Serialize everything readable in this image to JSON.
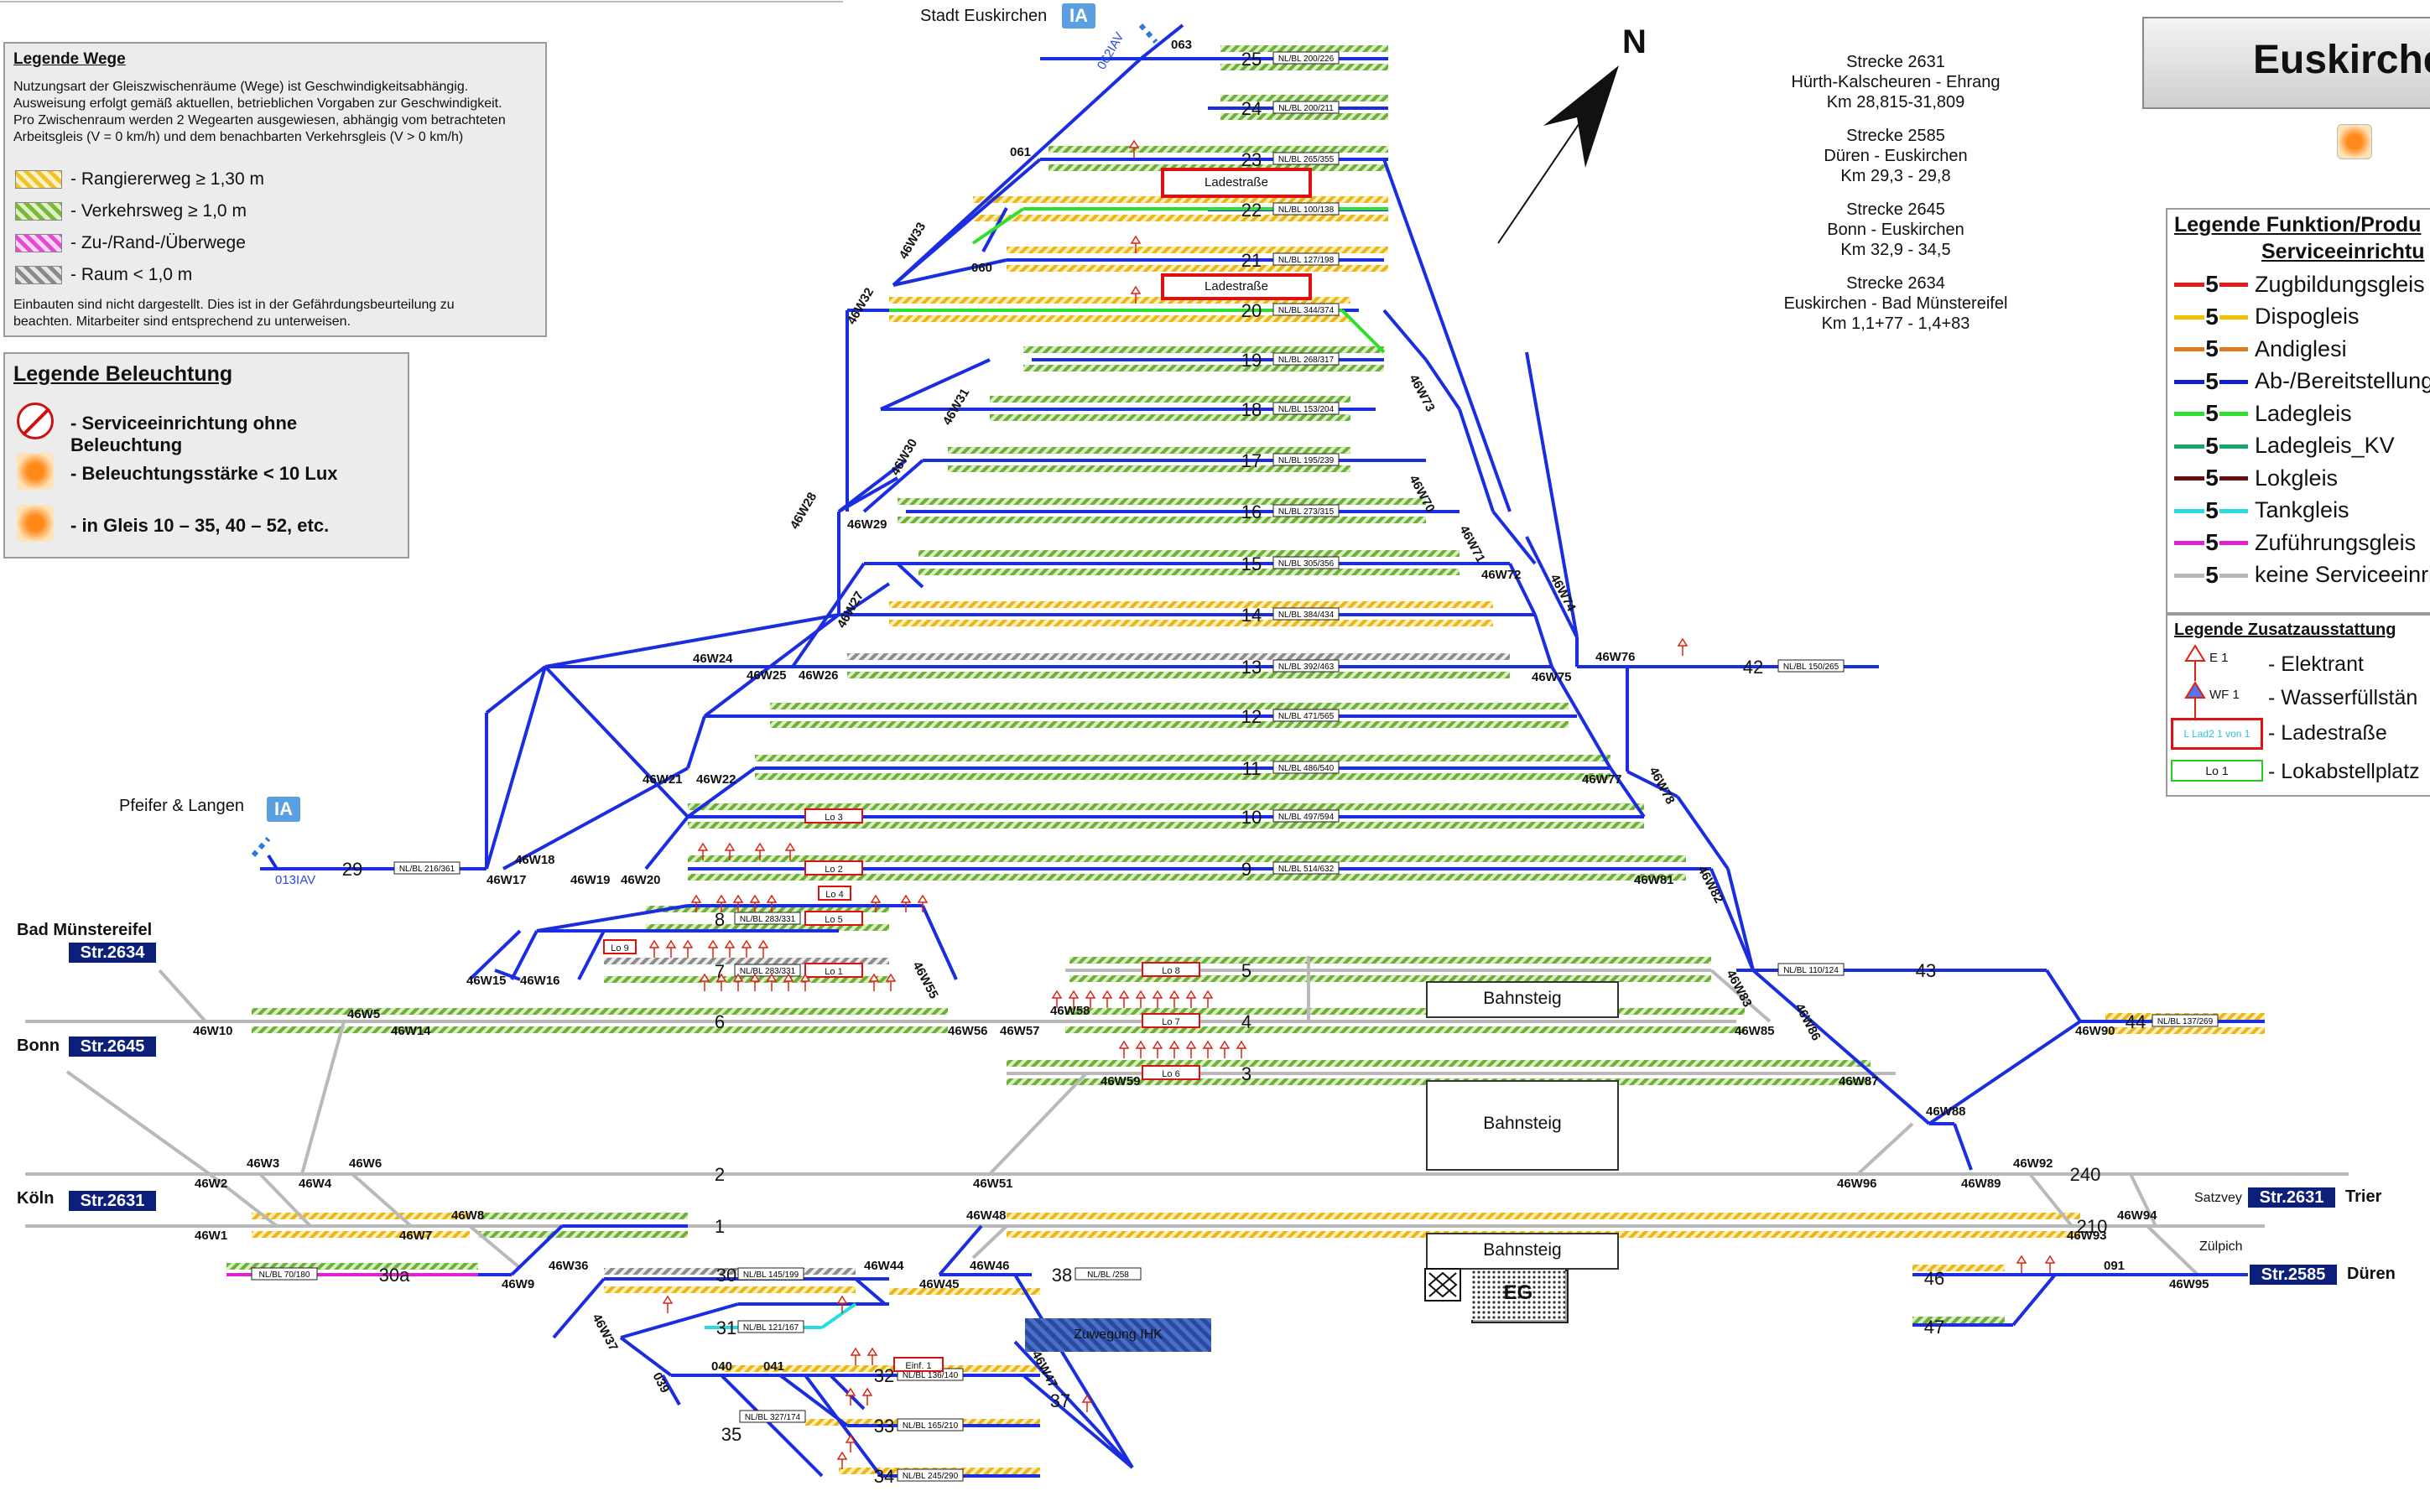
{
  "station_title": "Euskirchen",
  "north": "N",
  "strecken": [
    {
      "name": "Strecke 2631",
      "route": "Hürth-Kalscheuren  - Ehrang",
      "km": "Km 28,815-31,809"
    },
    {
      "name": "Strecke 2585",
      "route": "Düren - Euskirchen",
      "km": "Km 29,3 - 29,8"
    },
    {
      "name": "Strecke 2645",
      "route": "Bonn - Euskirchen",
      "km": "Km 32,9 - 34,5"
    },
    {
      "name": "Strecke 2634",
      "route": "Euskirchen - Bad Münstereifel",
      "km": "Km 1,1+77 - 1,4+83"
    }
  ],
  "legend_wege": {
    "title": "Legende Wege",
    "intro": [
      "Nutzungsart der Gleiszwischenräume (Wege) ist Geschwindigkeitsabhängig.",
      "Ausweisung erfolgt gemäß aktuellen, betrieblichen Vorgaben zur Geschwindigkeit.",
      "Pro Zwischenraum werden 2 Wegearten ausgewiesen, abhängig vom betrachteten",
      "Arbeitsgleis (V = 0 km/h) und dem benachbarten Verkehrsgleis (V > 0 km/h)"
    ],
    "items": [
      {
        "label": "- Rangiererweg ≥ 1,30 m"
      },
      {
        "label": "- Verkehrsweg ≥ 1,0 m"
      },
      {
        "label": "- Zu-/Rand-/Überwege"
      },
      {
        "label": "- Raum < 1,0 m"
      }
    ],
    "note": [
      "Einbauten sind nicht dargestellt. Dies ist in der Gefährdungsbeurteilung zu",
      "beachten. Mitarbeiter sind entsprechend zu unterweisen."
    ]
  },
  "legend_beleuchtung": {
    "title": "Legende Beleuchtung",
    "items": [
      {
        "label": "- Serviceeinrichtung ohne Beleuchtung"
      },
      {
        "label": "- Beleuchtungsstärke < 10 Lux"
      },
      {
        "label": "- in Gleis 10 – 35, 40 – 52, etc."
      }
    ]
  },
  "legend_funktion": {
    "title_1": "Legende Funktion/Produ",
    "title_2": "Serviceeinrichtu",
    "digit": "5",
    "items": [
      {
        "label": "Zugbildungsgleis",
        "color": "#e41a1c"
      },
      {
        "label": "Dispogleis",
        "color": "#f2c200"
      },
      {
        "label": "Andiglesi",
        "color": "#e07a1f"
      },
      {
        "label": "Ab-/Bereitstellungs",
        "color": "#1020d0"
      },
      {
        "label": "Ladegleis",
        "color": "#2ee02e"
      },
      {
        "label": "Ladegleis_KV",
        "color": "#1aa86a"
      },
      {
        "label": "Lokgleis",
        "color": "#6b1010"
      },
      {
        "label": "Tankgleis",
        "color": "#27dde0"
      },
      {
        "label": "Zuführungsgleis",
        "color": "#e022d0"
      },
      {
        "label": "keine Serviceeinric",
        "color": "#b8b8b8"
      }
    ]
  },
  "legend_zusatz": {
    "title": "Legende Zusatzausstattung",
    "elektrant_code": "E 1",
    "elektrant_label": "- Elektrant",
    "wasser_code": "WF 1",
    "wasser_label": "- Wasserfüllstän",
    "ladestrasse_code": "L Lad2 1 von 1",
    "ladestrasse_label": "- Ladestraße",
    "lokabstell_code": "Lo 1",
    "lokabstell_label": "- Lokabstellplatz"
  },
  "places": {
    "stadt_euskirchen": "Stadt Euskirchen",
    "pfeifer_langen": "Pfeifer & Langen",
    "ia": "IA",
    "bad_muenstereifel": "Bad Münstereifel",
    "bonn": "Bonn",
    "koeln": "Köln",
    "trier": "Trier",
    "dueren": "Düren",
    "satzvey": "Satzvey",
    "zuelpich": "Zülpich"
  },
  "line_badges": {
    "str2634": "Str.2634",
    "str2645": "Str.2645",
    "str2631_left": "Str.2631",
    "str2631_right": "Str.2631",
    "str2585": "Str.2585"
  },
  "bahnsteig": [
    "Bahnsteig",
    "Bahnsteig",
    "Bahnsteig"
  ],
  "eg": "EG",
  "zuwegung": "Zuwegung IHK",
  "ladestrasse": [
    "Ladestraße",
    "Ladestraße"
  ],
  "fragments": {
    "ia_062": "062IAV",
    "ia_013": "013IAV"
  },
  "tracks": [
    {
      "no": "25",
      "nlbl": "NL/BL 200/226"
    },
    {
      "no": "24",
      "nlbl": "NL/BL 200/211"
    },
    {
      "no": "23",
      "nlbl": "NL/BL 265/355"
    },
    {
      "no": "22",
      "nlbl": "NL/BL 100/138"
    },
    {
      "no": "21",
      "nlbl": "NL/BL 127/198"
    },
    {
      "no": "20",
      "nlbl": "NL/BL 344/374"
    },
    {
      "no": "19",
      "nlbl": "NL/BL 268/317"
    },
    {
      "no": "18",
      "nlbl": "NL/BL 153/204"
    },
    {
      "no": "17",
      "nlbl": "NL/BL 195/239"
    },
    {
      "no": "16",
      "nlbl": "NL/BL 273/315"
    },
    {
      "no": "15",
      "nlbl": "NL/BL 305/356"
    },
    {
      "no": "14",
      "nlbl": "NL/BL 384/434"
    },
    {
      "no": "13",
      "nlbl": "NL/BL 392/463"
    },
    {
      "no": "12",
      "nlbl": "NL/BL 471/565"
    },
    {
      "no": "11",
      "nlbl": "NL/BL 486/540"
    },
    {
      "no": "10",
      "nlbl": "NL/BL 497/594"
    },
    {
      "no": "9",
      "nlbl": "NL/BL 514/632"
    },
    {
      "no": "8",
      "nlbl": "NL/BL 283/331"
    },
    {
      "no": "7",
      "nlbl": "NL/BL 283/331"
    },
    {
      "no": "6",
      "nlbl": ""
    },
    {
      "no": "5",
      "nlbl": ""
    },
    {
      "no": "4",
      "nlbl": ""
    },
    {
      "no": "3",
      "nlbl": ""
    },
    {
      "no": "2",
      "nlbl": ""
    },
    {
      "no": "1",
      "nlbl": ""
    },
    {
      "no": "29",
      "nlbl": "NL/BL 216/361"
    },
    {
      "no": "42",
      "nlbl": "NL/BL 150/265"
    },
    {
      "no": "43",
      "nlbl": "NL/BL 110/124"
    },
    {
      "no": "44",
      "nlbl": "NL/BL 137/269"
    },
    {
      "no": "30",
      "nlbl": "NL/BL 145/199"
    },
    {
      "no": "30a",
      "nlbl": "NL/BL 70/180"
    },
    {
      "no": "31",
      "nlbl": "NL/BL 121/167"
    },
    {
      "no": "32",
      "nlbl": "NL/BL 136/140"
    },
    {
      "no": "33",
      "nlbl": "NL/BL 165/210"
    },
    {
      "no": "34",
      "nlbl": "NL/BL 245/290"
    },
    {
      "no": "35",
      "nlbl": "NL/BL 327/174"
    },
    {
      "no": "37",
      "nlbl": ""
    },
    {
      "no": "38",
      "nlbl": "NL/BL /258"
    },
    {
      "no": "46",
      "nlbl": ""
    },
    {
      "no": "47",
      "nlbl": ""
    },
    {
      "no": "210",
      "nlbl": ""
    },
    {
      "no": "240",
      "nlbl": ""
    }
  ],
  "lo": [
    "Lo 3",
    "Lo 2",
    "Lo 5",
    "Lo 1",
    "Lo 8",
    "Lo 7",
    "Lo 6",
    "Lo 4",
    "Lo 9",
    "Einf. 1"
  ],
  "switches": [
    "063",
    "061",
    "060",
    "46W33",
    "46W32",
    "46W73",
    "46W31",
    "46W70",
    "46W71",
    "46W30",
    "46W28",
    "46W29",
    "46W72",
    "46W74",
    "46W27",
    "46W24",
    "46W25",
    "46W26",
    "46W75",
    "46W76",
    "46W21",
    "46W22",
    "46W77",
    "46W78",
    "46W18",
    "46W17",
    "46W19",
    "46W20",
    "46W81",
    "46W82",
    "46W15",
    "46W16",
    "46W55",
    "46W56",
    "46W57",
    "46W58",
    "46W83",
    "46W85",
    "46W86",
    "46W10",
    "46W5",
    "46W14",
    "46W59",
    "46W87",
    "46W90",
    "46W88",
    "46W2",
    "46W3",
    "46W4",
    "46W6",
    "46W51",
    "46W96",
    "46W89",
    "46W92",
    "46W1",
    "46W7",
    "46W8",
    "46W48",
    "46W93",
    "46W94",
    "46W9",
    "46W36",
    "46W44",
    "46W45",
    "46W46",
    "46W37",
    "46W47",
    "039",
    "040",
    "041",
    "091",
    "46W95"
  ]
}
